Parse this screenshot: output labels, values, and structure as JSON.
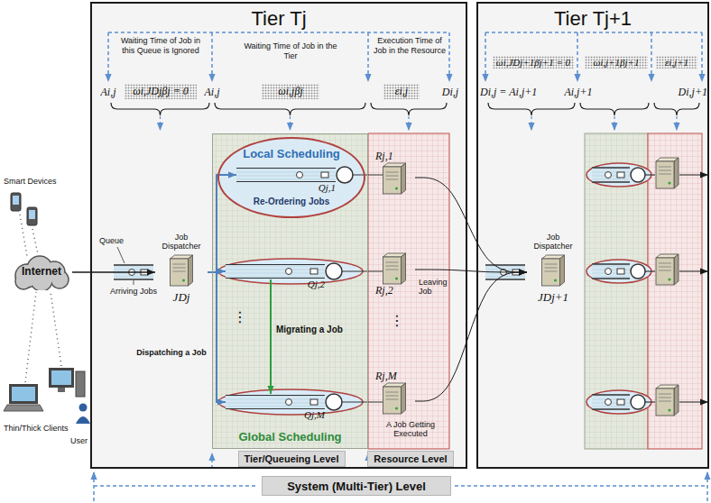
{
  "diagram": {
    "nodes": [
      {
        "text": [
          "Tier Tj"
        ]
      },
      {
        "text": [
          "Internet"
        ]
      },
      {
        "text": [
          "Job Dispatcher",
          "JDj"
        ],
        "in": 0
      },
      {
        "text": [
          "Global Scheduling"
        ],
        "in": 0
      },
      {
        "text": [
          "Local Scheduling",
          "Re-Ordering Jobs"
        ],
        "in": 3
      },
      {
        "text": [
          "Qj,1"
        ],
        "in": 4
      },
      {
        "text": [
          "Qj,2"
        ],
        "in": 3
      },
      {
        "text": [
          "Qj,M"
        ],
        "in": 3
      },
      {
        "text": [
          "Rj,1"
        ],
        "in": 0
      },
      {
        "text": [
          "Rj,2"
        ],
        "in": 0
      },
      {
        "text": [
          "Rj,M"
        ],
        "in": 0
      },
      {
        "text": [
          "Tier/Queueing Level"
        ],
        "in": 0
      },
      {
        "text": [
          "Resource Level"
        ],
        "in": 0
      },
      {
        "text": [
          "Tier Tj+1"
        ]
      },
      {
        "text": [
          "Job Dispatcher",
          "JDj+1"
        ],
        "in": 13
      },
      {
        "text": [
          "System (Multi-Tier) Level"
        ]
      }
    ],
    "edges": [
      {
        "from": 1,
        "to": 2,
        "arrow": "to"
      },
      {
        "from": 2,
        "to": 5,
        "arrow": "to"
      },
      {
        "from": 2,
        "to": 6,
        "arrow": "to"
      },
      {
        "from": 2,
        "to": 7,
        "arrow": "to"
      },
      {
        "from": 6,
        "to": 7,
        "arrow": "to"
      },
      {
        "from": 8,
        "to": 14,
        "arrow": "to"
      },
      {
        "from": 9,
        "to": 14,
        "arrow": "to"
      },
      {
        "from": 10,
        "to": 14,
        "arrow": "to"
      }
    ],
    "labels": [
      "Waiting Time of Job in this Queue is Ignored",
      "Waiting Time of Job in the Tier",
      "Execution Time of Job in the Resource",
      "Ai,j",
      "ωi,JDjβj = 0",
      "Ai,j",
      "ωi,jβj",
      "εi,j",
      "Di,j",
      "Di,j = Ai,j+1",
      "ωi,JDj+1βj+1 = 0",
      "Ai,j+1",
      "ωi,j+1βj+1",
      "εi,j+1",
      "Di,j+1",
      "Smart Devices",
      "Queue",
      "Arriving Jobs",
      "Dispatching a Job",
      "Migrating a Job",
      "⋮",
      "⋮",
      "Leaving Job",
      "A Job Getting Executed",
      "Thin/Thick Clients",
      "User"
    ]
  }
}
